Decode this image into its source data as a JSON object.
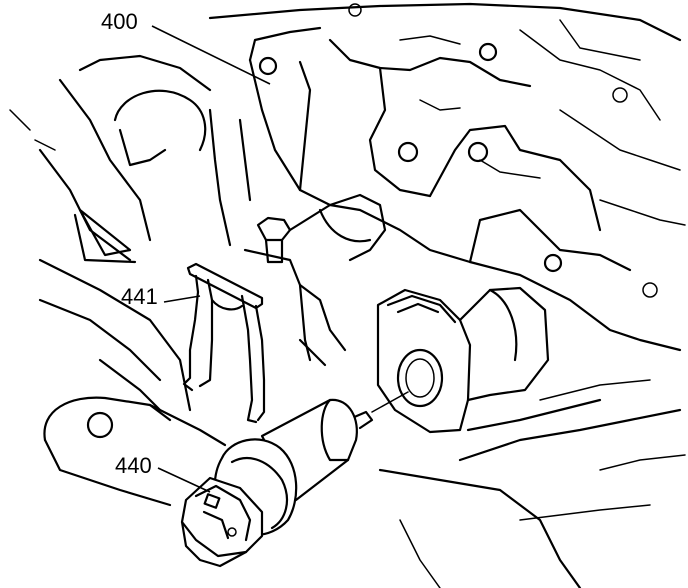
{
  "figure": {
    "background": "#ffffff",
    "ink": "#000000"
  },
  "callouts": {
    "c400": "400",
    "c441": "441",
    "c440": "440"
  },
  "parts": [
    "valve-body",
    "speed-sensor-retainer",
    "speed-sensor",
    "sensor-bore-housing"
  ]
}
